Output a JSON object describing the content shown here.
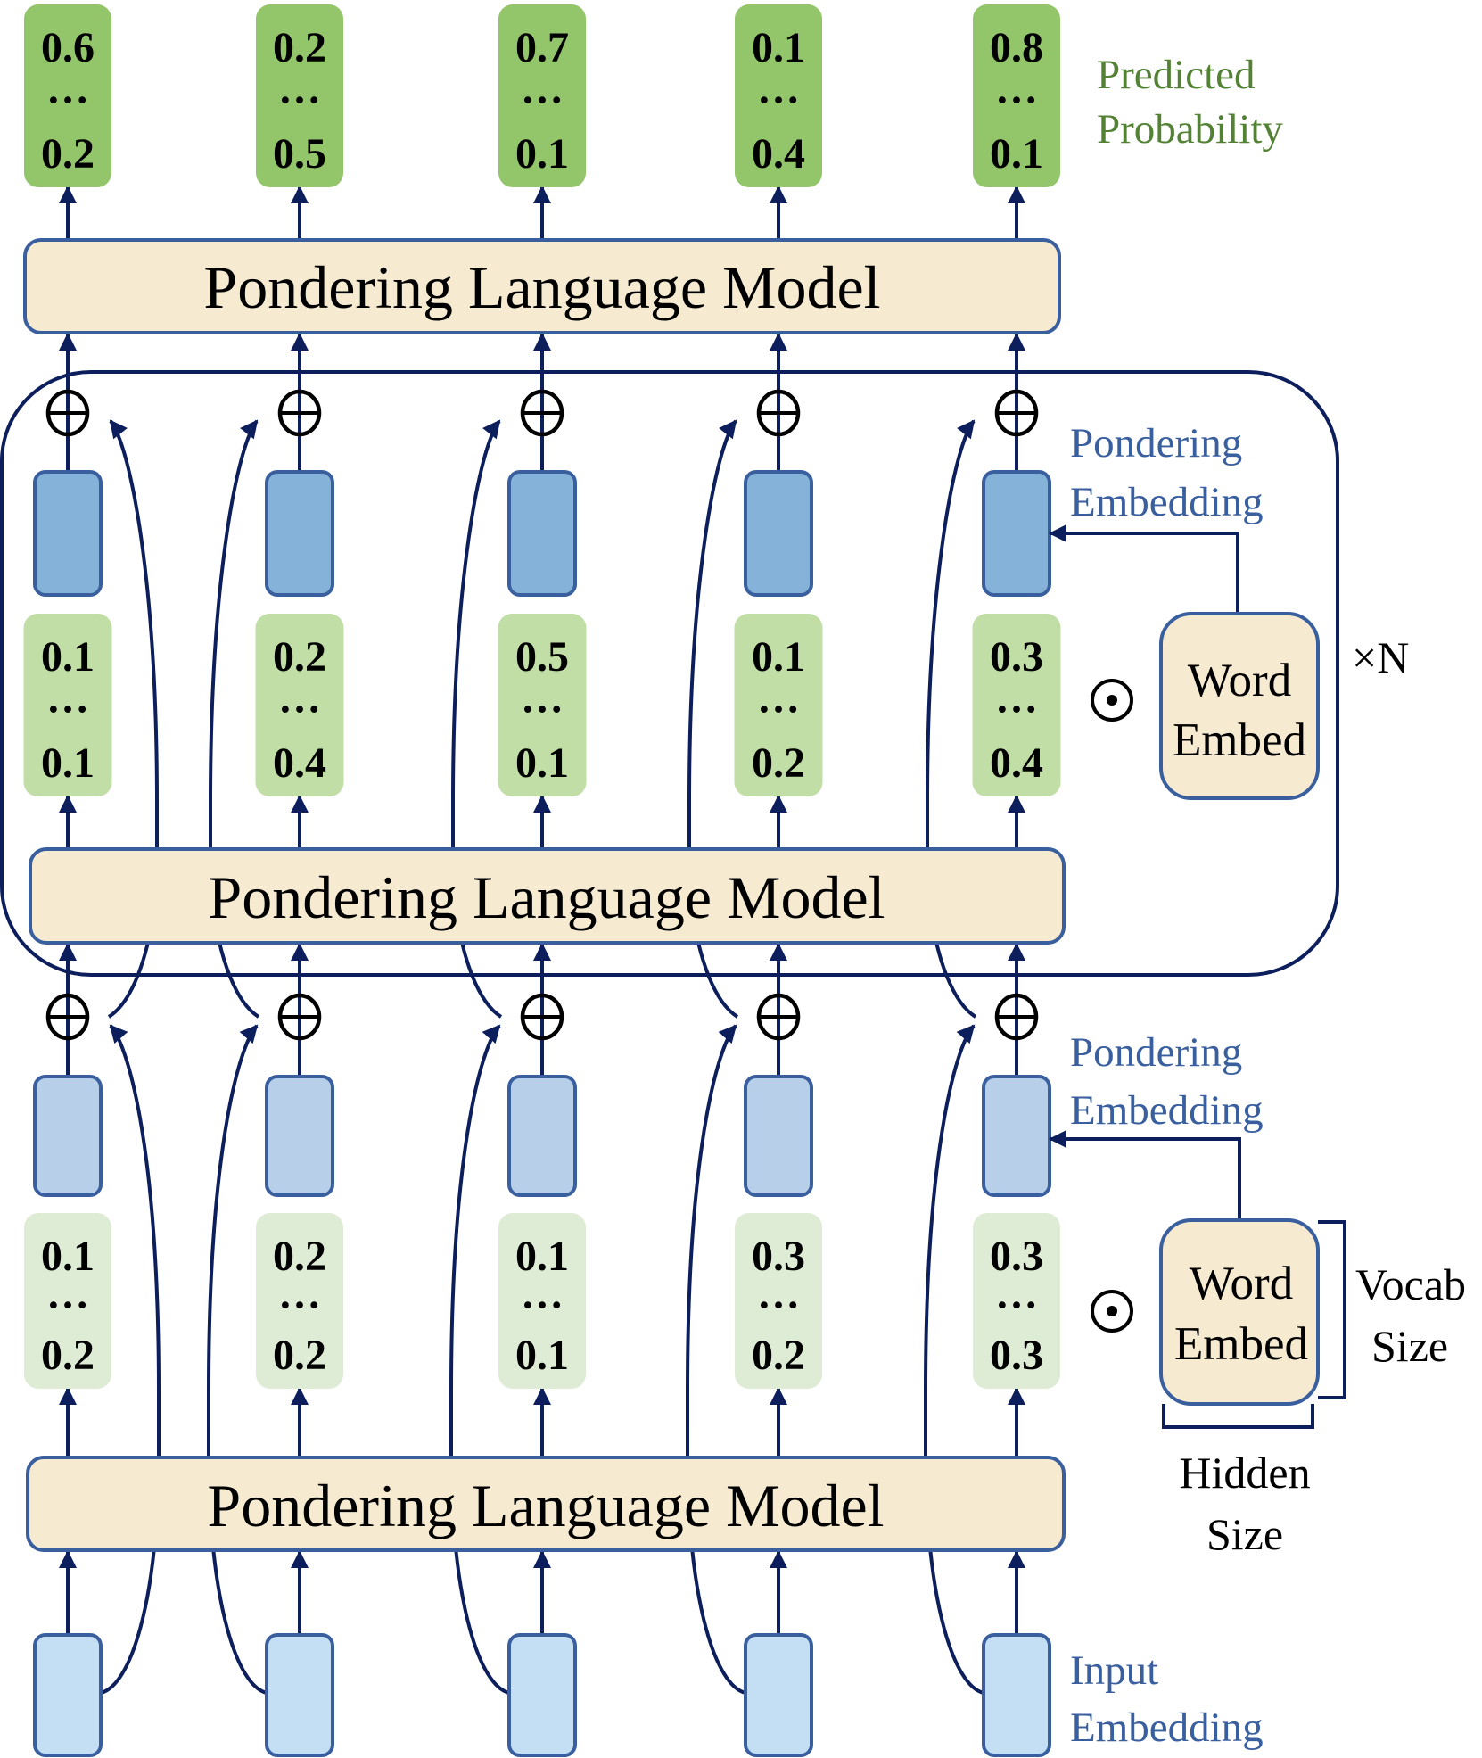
{
  "title": "Pondering Language Model architecture",
  "labels": {
    "plm": "Pondering Language Model",
    "predicted_probability": [
      "Predicted",
      "Probability"
    ],
    "pondering_embedding": [
      "Pondering",
      "Embedding"
    ],
    "input_embedding": [
      "Input",
      "Embedding"
    ],
    "word_embed": [
      "Word",
      "Embed"
    ],
    "repeat": "×N",
    "vocab_size": [
      "Vocab",
      "Size"
    ],
    "hidden_size": [
      "Hidden",
      "Size"
    ],
    "ellipsis": "…",
    "add_symbol": "⊕",
    "hadamard_symbol": "⊙"
  },
  "colors": {
    "arrow": "#0c1f5c",
    "box_border": "#3a5f9f",
    "plm_fill": "#f6ead1",
    "output_prob_fill": "#93c56a",
    "upper_prob_fill": "#c0dea5",
    "lower_prob_fill": "#dfecd5",
    "upper_embed_fill": "#85b2d8",
    "lower_embed_fill": "#b7cfe9",
    "input_embed_fill": "#c4dff3",
    "label_blue": "#3a5f9f",
    "label_green": "#548235"
  },
  "output_probabilities": [
    {
      "first": "0.6",
      "last": "0.2"
    },
    {
      "first": "0.2",
      "last": "0.5"
    },
    {
      "first": "0.7",
      "last": "0.1"
    },
    {
      "first": "0.1",
      "last": "0.4"
    },
    {
      "first": "0.8",
      "last": "0.1"
    }
  ],
  "upper_probabilities": [
    {
      "first": "0.1",
      "last": "0.1"
    },
    {
      "first": "0.2",
      "last": "0.4"
    },
    {
      "first": "0.5",
      "last": "0.1"
    },
    {
      "first": "0.1",
      "last": "0.2"
    },
    {
      "first": "0.3",
      "last": "0.4"
    }
  ],
  "lower_probabilities": [
    {
      "first": "0.1",
      "last": "0.2"
    },
    {
      "first": "0.2",
      "last": "0.2"
    },
    {
      "first": "0.1",
      "last": "0.1"
    },
    {
      "first": "0.3",
      "last": "0.2"
    },
    {
      "first": "0.3",
      "last": "0.3"
    }
  ]
}
